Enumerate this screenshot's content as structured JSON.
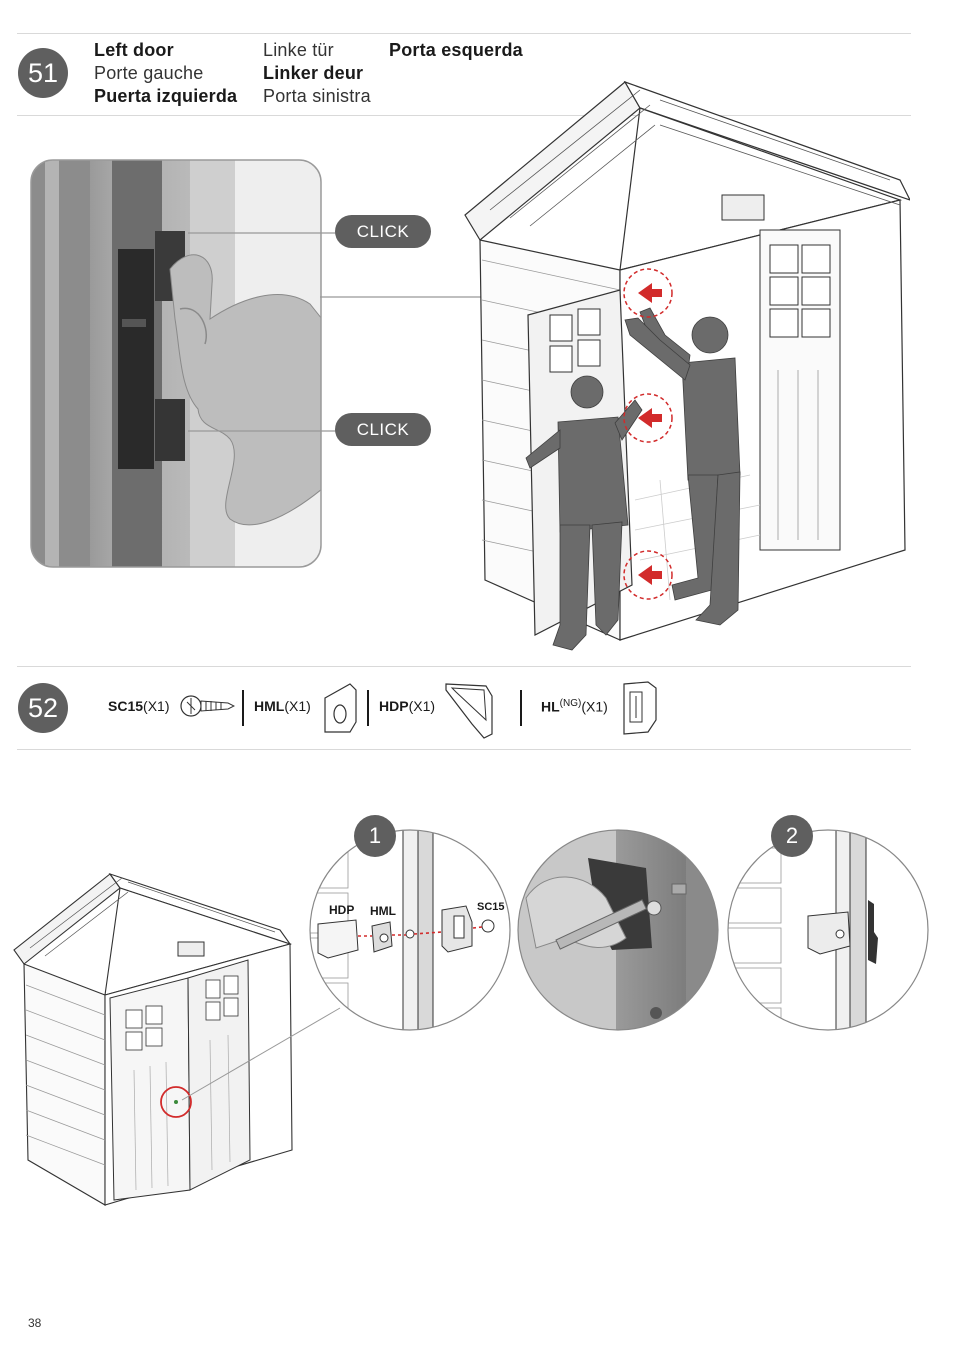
{
  "step51": {
    "number": "51",
    "titles": {
      "en": "Left door",
      "fr": "Porte gauche",
      "es": "Puerta izquierda",
      "de": "Linke tür",
      "nl": "Linker deur",
      "it": "Porta sinistra",
      "pt": "Porta esquerda"
    },
    "click_label_top": "CLICK",
    "click_label_bottom": "CLICK"
  },
  "step52": {
    "number": "52",
    "parts": [
      {
        "code": "SC15",
        "qty": "(X1)",
        "icon": "screw-icon"
      },
      {
        "code": "HML",
        "qty": "(X1)",
        "icon": "latch-plate-icon"
      },
      {
        "code": "HDP",
        "qty": "(X1)",
        "icon": "handle-plate-icon"
      },
      {
        "code": "HL",
        "sup": "(NG)",
        "qty": "(X1)",
        "icon": "latch-bracket-icon"
      }
    ],
    "substeps": [
      "1",
      "2"
    ],
    "detail_labels": {
      "hdp": "HDP",
      "hml": "HML",
      "sc15": "SC15"
    }
  },
  "page_number": "38",
  "colors": {
    "badge": "#5f5f5f",
    "accent_red": "#d22b2b",
    "figure_gray": "#6b6b6b"
  }
}
